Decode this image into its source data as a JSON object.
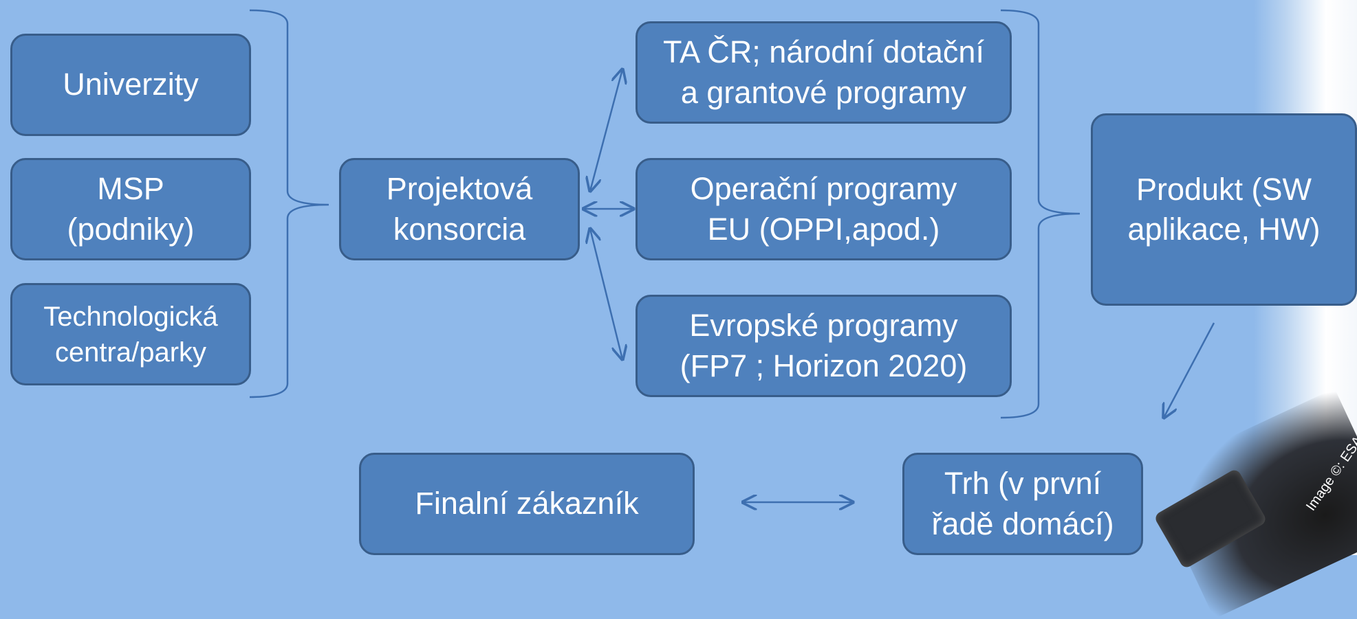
{
  "left_group": {
    "universities": "Univerzity",
    "sme": "MSP\n(podniky)",
    "tech_centers": "Technologická\ncentra/parky"
  },
  "consortia": "Projektová\nkonsorcia",
  "programs": {
    "national": "TA ČR; národní dotační\na grantové programy",
    "operational": "Operační programy\nEU (OPPI,apod.)",
    "european": "Evropské programy\n(FP7 ; Horizon 2020)"
  },
  "product": "Produkt (SW\naplikace, HW)",
  "market": "Trh (v první\nřadě domácí)",
  "final_customer": "Finalní zákazník",
  "image_credit": "Image ©: ESA",
  "colors": {
    "box_fill": "#4f81bd",
    "box_border": "#385d8a",
    "connector": "#3d6fb0",
    "background": "#8fb9ea"
  }
}
